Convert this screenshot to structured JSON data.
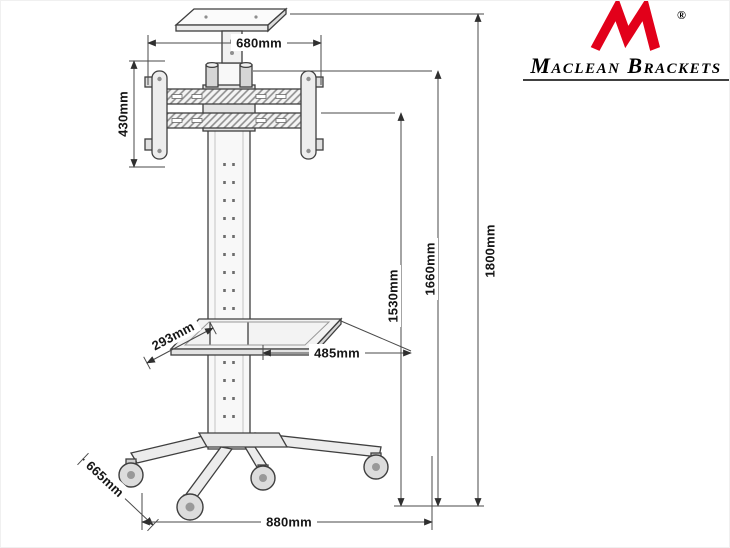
{
  "brand": {
    "name": "Maclean Brackets",
    "registered_mark": "®",
    "logo_color": "#e2001a"
  },
  "dimensions": {
    "mount_width": "680mm",
    "mount_height": "430mm",
    "column_height": "1530mm",
    "mount_top_height": "1660mm",
    "total_height": "1800mm",
    "shelf_depth": "293mm",
    "shelf_width": "485mm",
    "base_depth": "665mm",
    "base_width": "880mm"
  },
  "colors": {
    "line": "#3f3f3f",
    "dimension_line": "#4a4a4a"
  }
}
